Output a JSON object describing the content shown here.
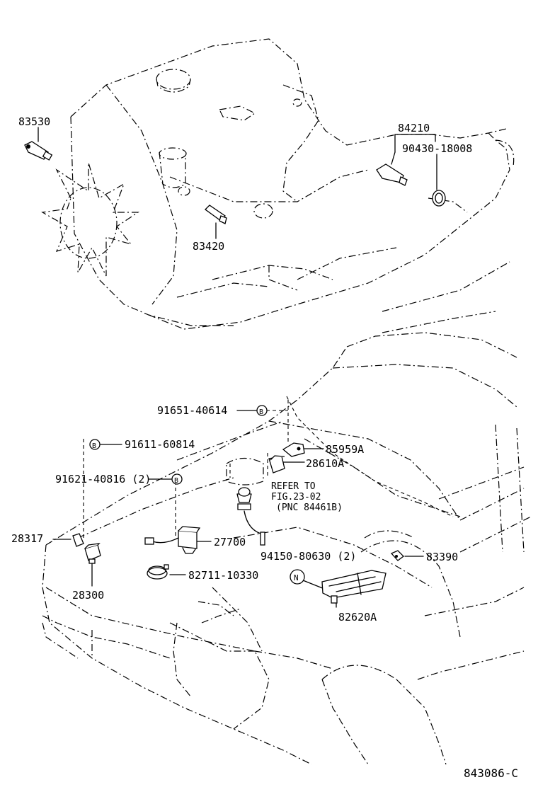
{
  "diagram_id": "843086-C",
  "parts": {
    "p83530": "83530",
    "p84210": "84210",
    "p90430": "90430-18008",
    "p83420": "83420",
    "p91651": "91651-40614",
    "p85959": "85959A",
    "p91611": "91611-60814",
    "p28610": "28610A",
    "p91621": "91621-40816 (2)",
    "p28317": "28317",
    "p27700": "27700",
    "p94150": "94150-80630 (2)",
    "p83390": "83390",
    "p82711": "82711-10330",
    "p28300": "28300",
    "p82620": "82620A"
  },
  "refer": {
    "line1": "REFER TO",
    "line2": "FIG.23-02",
    "line3": "(PNC 84461B)"
  },
  "markers": {
    "b": "B",
    "n": "N"
  }
}
